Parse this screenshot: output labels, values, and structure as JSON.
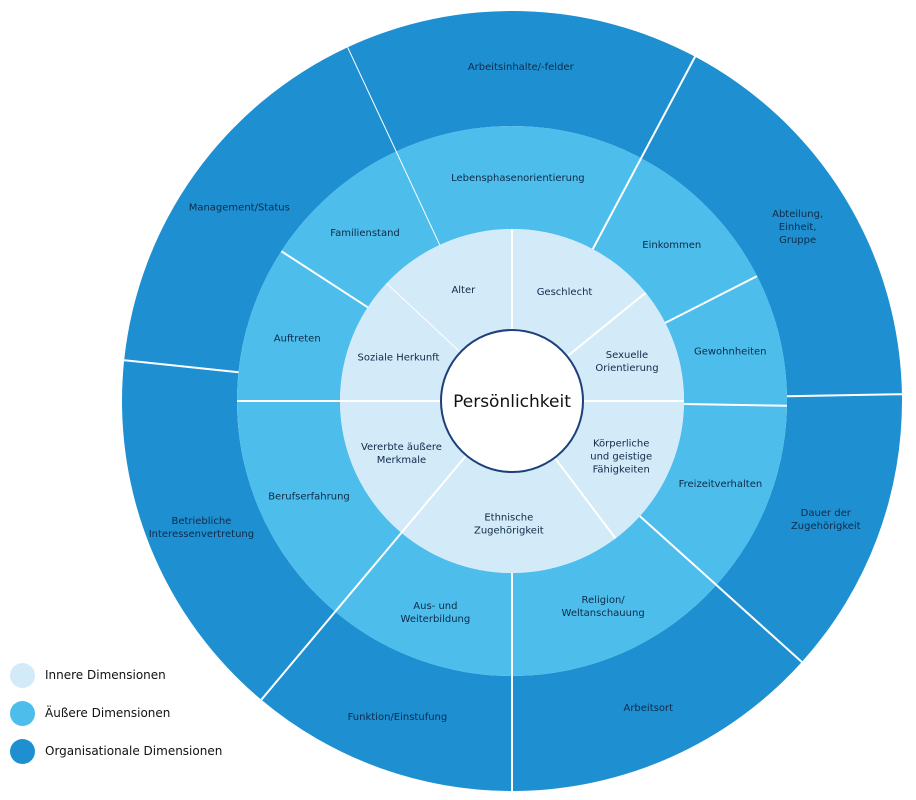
{
  "title": "Dimensionen der Vielfalt",
  "colors": {
    "inner": "#d3eaf9",
    "outer_ring": "#4dbdeb",
    "organisational": "#1e90d2",
    "center_fill": "#ffffff",
    "center_border": "#1d3f7a",
    "divider": "#ffffff",
    "text": "#0f2a48"
  },
  "center": {
    "label": "Persönlichkeit"
  },
  "rings": {
    "inner": {
      "name": "Innere Dimensionen",
      "segments": [
        {
          "lines": [
            "Alter"
          ],
          "start_deg": -47,
          "end_deg": 0
        },
        {
          "lines": [
            "Geschlecht"
          ],
          "start_deg": 0,
          "end_deg": 51
        },
        {
          "lines": [
            "Sexuelle",
            "Orientierung"
          ],
          "start_deg": 51,
          "end_deg": 90
        },
        {
          "lines": [
            "Körperliche",
            "und geistige",
            "Fähigkeiten"
          ],
          "start_deg": 90,
          "end_deg": 143
        },
        {
          "lines": [
            "Ethnische",
            "Zugehörigkeit"
          ],
          "start_deg": 143,
          "end_deg": 220
        },
        {
          "lines": [
            "Vererbte äußere",
            "Merkmale"
          ],
          "start_deg": 220,
          "end_deg": 270
        },
        {
          "lines": [
            "Soziale Herkunft"
          ],
          "start_deg": 270,
          "end_deg": 313
        }
      ]
    },
    "outer": {
      "name": "Äußere Dimensionen",
      "segments": [
        {
          "lines": [
            "Lebensphasenorientierung"
          ],
          "start_deg": -25,
          "end_deg": 28
        },
        {
          "lines": [
            "Einkommen"
          ],
          "start_deg": 28,
          "end_deg": 63
        },
        {
          "lines": [
            "Gewohnheiten"
          ],
          "start_deg": 63,
          "end_deg": 91
        },
        {
          "lines": [
            "Freizeitverhalten"
          ],
          "start_deg": 91,
          "end_deg": 132
        },
        {
          "lines": [
            "Religion/",
            "Weltanschauung"
          ],
          "start_deg": 132,
          "end_deg": 180
        },
        {
          "lines": [
            "Aus- und",
            "Weiterbildung"
          ],
          "start_deg": 180,
          "end_deg": 220
        },
        {
          "lines": [
            "Berufserfahrung"
          ],
          "start_deg": 220,
          "end_deg": 270
        },
        {
          "lines": [
            "Auftreten"
          ],
          "start_deg": 270,
          "end_deg": 303
        },
        {
          "lines": [
            "Familienstand"
          ],
          "start_deg": 303,
          "end_deg": 335
        }
      ]
    },
    "organisational": {
      "name": "Organisationale Dimensionen",
      "segments": [
        {
          "lines": [
            "Arbeitsinhalte/-felder"
          ],
          "start_deg": -25,
          "end_deg": 28
        },
        {
          "lines": [
            "Abteilung,",
            "Einheit,",
            "Gruppe"
          ],
          "start_deg": 28,
          "end_deg": 89
        },
        {
          "lines": [
            "Dauer der",
            "Zugehörigkeit"
          ],
          "start_deg": 89,
          "end_deg": 132
        },
        {
          "lines": [
            "Arbeitsort"
          ],
          "start_deg": 132,
          "end_deg": 180
        },
        {
          "lines": [
            "Funktion/Einstufung"
          ],
          "start_deg": 180,
          "end_deg": 220
        },
        {
          "lines": [
            "Betriebliche",
            "Interessenvertretung"
          ],
          "start_deg": 220,
          "end_deg": 276
        },
        {
          "lines": [
            "Management/Status"
          ],
          "start_deg": 276,
          "end_deg": 335
        }
      ]
    }
  },
  "legend": [
    {
      "label": "Innere Dimensionen",
      "color": "#d3eaf9"
    },
    {
      "label": "Äußere Dimensionen",
      "color": "#4dbdeb"
    },
    {
      "label": "Organisationale Dimensionen",
      "color": "#1e90d2"
    }
  ]
}
